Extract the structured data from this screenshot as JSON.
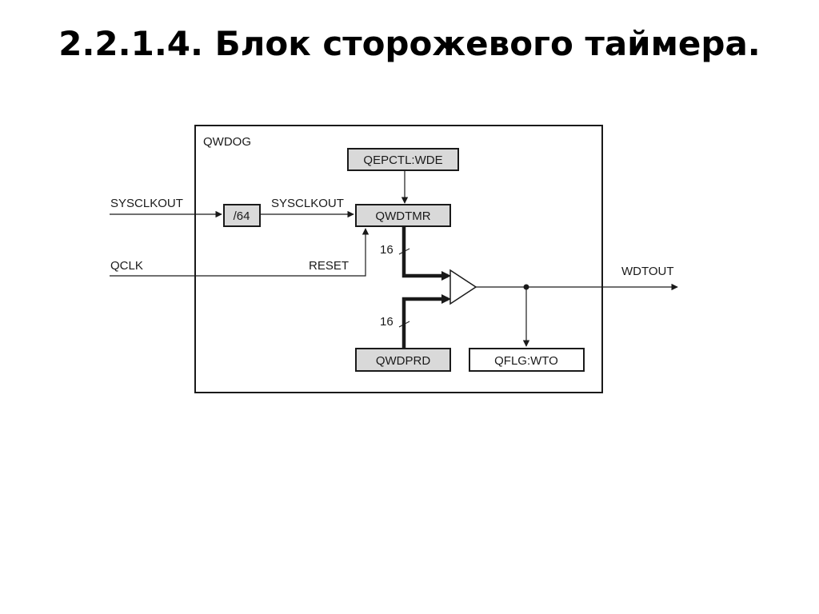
{
  "slide": {
    "title": "2.2.1.4. Блок сторожевого таймера."
  },
  "diagram": {
    "module_label": "QWDOG",
    "blocks": {
      "divider": "/64",
      "wde": "QEPCTL:WDE",
      "timer": "QWDTMR",
      "period": "QWDPRD",
      "flag": "QFLG:WTO"
    },
    "signals": {
      "sysclkout_in": "SYSCLKOUT",
      "sysclkout_internal": "SYSCLKOUT",
      "qclk": "QCLK",
      "reset": "RESET",
      "wdtout": "WDTOUT",
      "bus_width_top": "16",
      "bus_width_bottom": "16"
    },
    "colors": {
      "block_fill": "#d9d9d9",
      "line": "#1a1a1a"
    }
  }
}
